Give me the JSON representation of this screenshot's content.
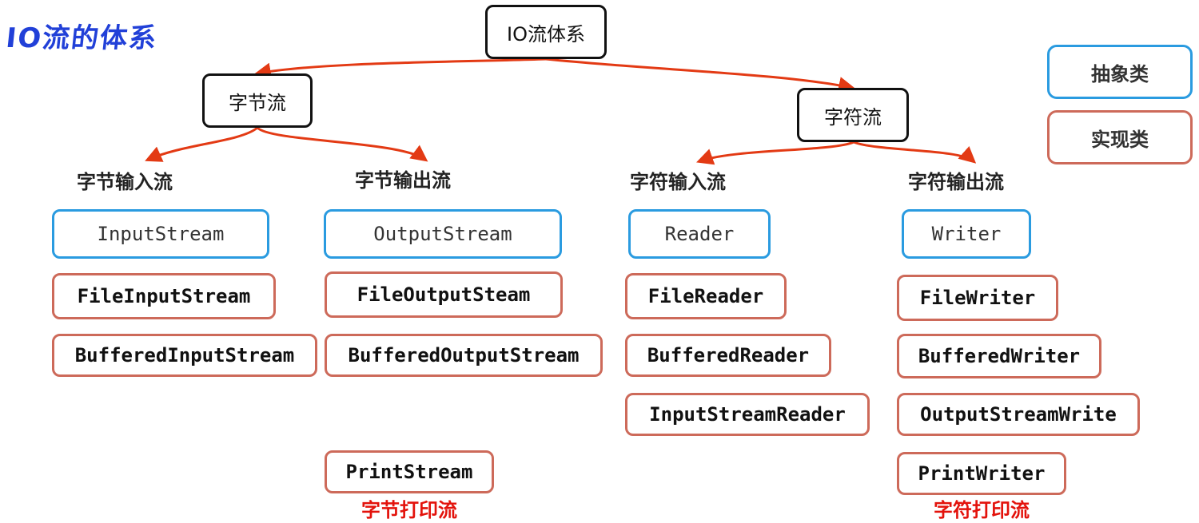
{
  "title": "IO流的体系",
  "root": "IO流体系",
  "legend": {
    "abstract": "抽象类",
    "implementation": "实现类"
  },
  "colors": {
    "abstract_border": "#2a9be0",
    "impl_border": "#cd6a5a",
    "arrow": "#e33a14",
    "caption": "#e3120b",
    "title": "#2140d8"
  },
  "byte_stream": {
    "label": "字节流",
    "input": {
      "label": "字节输入流",
      "abstract": "InputStream",
      "impls": [
        "FileInputStream",
        "BufferedInputStream"
      ]
    },
    "output": {
      "label": "字节输出流",
      "abstract": "OutputStream",
      "impls": [
        "FileOutputSteam",
        "BufferedOutputStream",
        "PrintStream"
      ],
      "caption": "字节打印流"
    }
  },
  "char_stream": {
    "label": "字符流",
    "input": {
      "label": "字符输入流",
      "abstract": "Reader",
      "impls": [
        "FileReader",
        "BufferedReader",
        "InputStreamReader"
      ]
    },
    "output": {
      "label": "字符输出流",
      "abstract": "Writer",
      "impls": [
        "FileWriter",
        "BufferedWriter",
        "OutputStreamWrite",
        "PrintWriter"
      ],
      "caption": "字符打印流"
    }
  }
}
